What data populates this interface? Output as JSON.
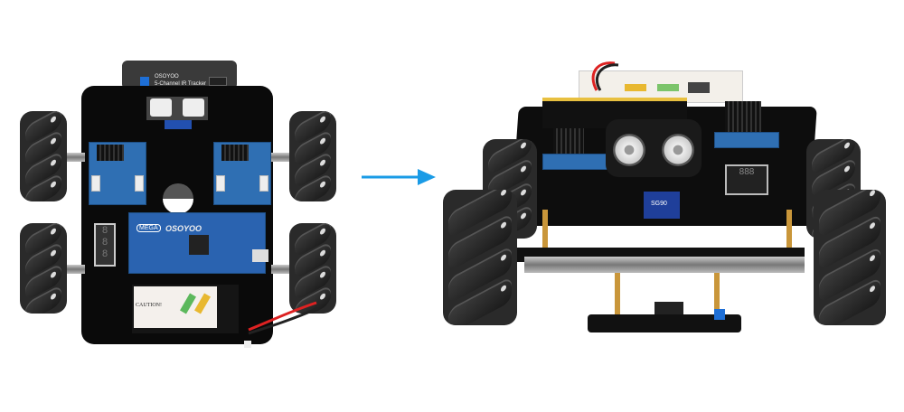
{
  "scene": {
    "description": "Mecanum-wheel robot car kit: top view (left) and assembled 3/4 view (right) connected by an arrow",
    "background": "#ffffff",
    "arrow_color": "#1a9be6",
    "plate_color": "#0a0a0a",
    "board_color": "#2f6fb3"
  },
  "left_view": {
    "label": "top-view",
    "tracker_label": "5-Channel IR Tracker",
    "tracker_brand": "OSOYOO",
    "controller_brand": "OSOYOO",
    "controller_model": "MEGA",
    "battery_label": "CAUTION!"
  },
  "arrow": {
    "direction": "right"
  },
  "right_view": {
    "label": "assembled-view",
    "servo_label": "SG90"
  }
}
